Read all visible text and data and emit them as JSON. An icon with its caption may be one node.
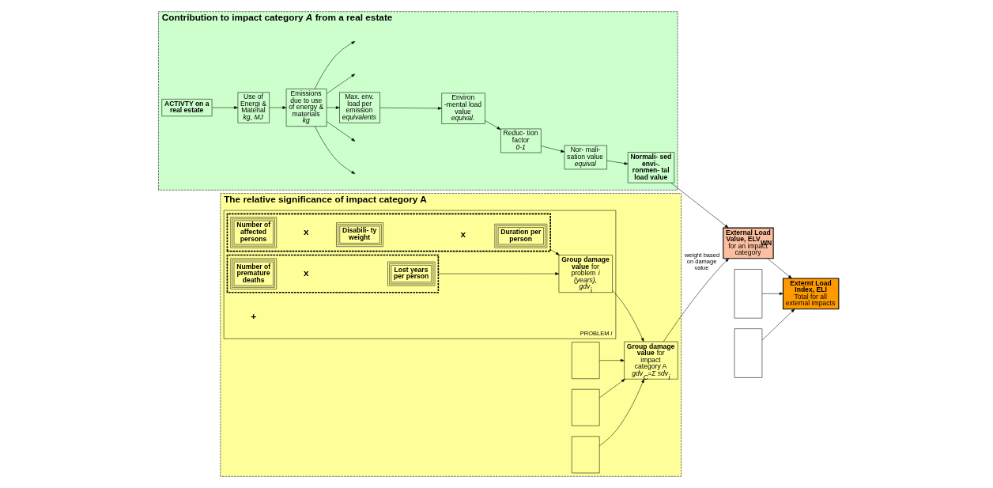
{
  "diagram": {
    "nodes": [
      {
        "text": [
          "**Contribution to impact category *A* from a real estate**"
        ]
      },
      {
        "text": [
          "ACTIVTY on a real estate"
        ],
        "in": 0
      },
      {
        "text": [
          "Use of Energi & Material",
          "kg, MJ"
        ],
        "in": 0
      },
      {
        "text": [
          "Emissions due to use of energy & materials",
          "kg"
        ],
        "in": 0
      },
      {
        "text": [
          "Max. env. load per emission",
          "equivalents"
        ],
        "in": 0
      },
      {
        "text": [
          "Environ -mental load value",
          "equival."
        ],
        "in": 0
      },
      {
        "text": [
          "Reduc- tion factor",
          "0-1"
        ],
        "in": 0
      },
      {
        "text": [
          "Nor- mali- sation value",
          "equival"
        ],
        "in": 0
      },
      {
        "text": [
          "Normali- sed envi-. ronmen- tal load value"
        ],
        "in": 0
      },
      {
        "text": [
          "**The relative significance of impact category A**"
        ]
      },
      {
        "text": [
          "PROBLEM *i*"
        ],
        "in": 9
      },
      {
        "text": [],
        "shape": "box",
        "in": 10
      },
      {
        "text": [
          "Number of affected persons"
        ],
        "in": 11
      },
      {
        "text": [
          "Disabili- ty weight"
        ],
        "in": 11
      },
      {
        "text": [
          "Duration per person"
        ],
        "in": 11
      },
      {
        "text": [],
        "shape": "box",
        "in": 10
      },
      {
        "text": [
          "Number of premature deaths"
        ],
        "in": 15
      },
      {
        "text": [
          "Lost years per person"
        ],
        "in": 15
      },
      {
        "text": [
          "**Group damage value** for problem *i (years), gdv*$_{i}$"
        ],
        "in": 10
      },
      {
        "text": [
          "**Group damage value** for impact category A",
          "*gdv*$_{C}$*=Σ sdv*$_{i}$"
        ],
        "in": 9
      },
      {
        "text": [
          "**External Load Value, ELV**$_{WN}$",
          "for an impact category"
        ]
      },
      {
        "text": [
          "**Externt Load Index, ELI**",
          "Total for all external impacts"
        ]
      },
      {
        "text": [],
        "shape": "box",
        "in": 9
      },
      {
        "text": [],
        "shape": "box",
        "in": 9
      },
      {
        "text": [],
        "shape": "box",
        "in": 9
      },
      {
        "text": [],
        "shape": "box"
      },
      {
        "text": [],
        "shape": "box"
      }
    ],
    "edges": [
      {
        "from": 1,
        "to": 2,
        "arrow": "to"
      },
      {
        "from": 2,
        "to": 3,
        "arrow": "to"
      },
      {
        "from": 3,
        "to": null,
        "arrow": "to"
      },
      {
        "from": 3,
        "to": null,
        "arrow": "to"
      },
      {
        "from": 3,
        "to": 4,
        "arrow": "to"
      },
      {
        "from": 3,
        "to": null,
        "arrow": "to"
      },
      {
        "from": 3,
        "to": null,
        "arrow": "to"
      },
      {
        "from": 4,
        "to": 5,
        "arrow": "to"
      },
      {
        "from": 5,
        "to": 6,
        "arrow": "to"
      },
      {
        "from": 6,
        "to": 7,
        "arrow": "to"
      },
      {
        "from": 7,
        "to": 8,
        "arrow": "to"
      },
      {
        "from": 11,
        "to": 18,
        "arrow": "to"
      },
      {
        "from": 15,
        "to": 18,
        "arrow": "to"
      },
      {
        "from": 18,
        "to": 19,
        "arrow": "to"
      },
      {
        "from": 22,
        "to": 19,
        "arrow": "to"
      },
      {
        "from": 23,
        "to": 19,
        "arrow": "to"
      },
      {
        "from": 24,
        "to": 19,
        "arrow": "to"
      },
      {
        "from": 8,
        "to": 20,
        "arrow": "to"
      },
      {
        "from": 19,
        "to": 20,
        "label": "weight based on damage value",
        "arrow": "to"
      },
      {
        "from": 20,
        "to": 21,
        "arrow": "to"
      },
      {
        "from": 25,
        "to": 21,
        "arrow": "to"
      },
      {
        "from": 26,
        "to": 21,
        "arrow": "to"
      }
    ],
    "labels": [
      "x",
      "x",
      "+",
      "x"
    ]
  }
}
